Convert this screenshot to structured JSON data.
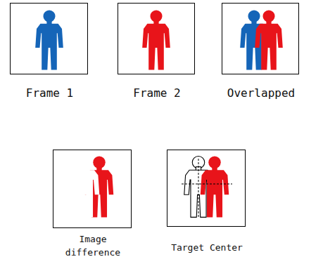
{
  "diagram": {
    "nodes": [
      {
        "text": [
          "Frame 1"
        ]
      },
      {
        "text": [
          "Frame 2"
        ]
      },
      {
        "text": [
          "Overlapped"
        ]
      },
      {
        "text": [
          "Image difference"
        ]
      },
      {
        "text": [
          "Target Center"
        ]
      }
    ]
  }
}
